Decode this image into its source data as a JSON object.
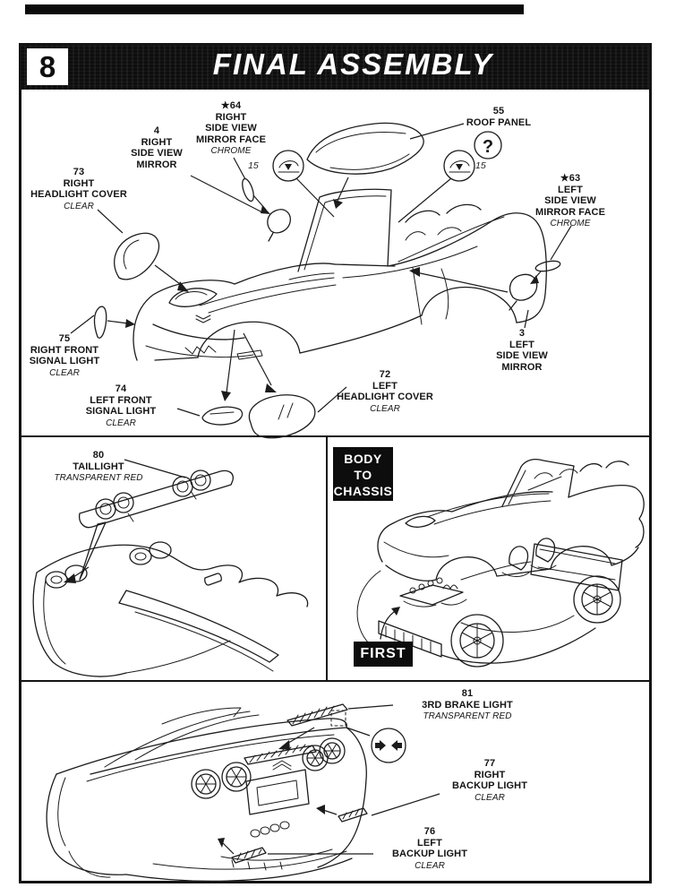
{
  "header": {
    "step_number": "8",
    "title": "FINAL ASSEMBLY"
  },
  "parts": {
    "p64": {
      "num": "★64",
      "l1": "RIGHT",
      "l2": "SIDE VIEW",
      "l3": "MIRROR FACE",
      "fin": "CHROME"
    },
    "p4": {
      "num": "4",
      "l1": "RIGHT",
      "l2": "SIDE VIEW",
      "l3": "MIRROR"
    },
    "p73": {
      "num": "73",
      "l1": "RIGHT",
      "l2": "HEADLIGHT COVER",
      "fin": "CLEAR"
    },
    "p55": {
      "num": "55",
      "l1": "ROOF PANEL"
    },
    "p63": {
      "num": "★63",
      "l1": "LEFT",
      "l2": "SIDE VIEW",
      "l3": "MIRROR FACE",
      "fin": "CHROME"
    },
    "p75": {
      "num": "75",
      "l1": "RIGHT FRONT",
      "l2": "SIGNAL LIGHT",
      "fin": "CLEAR"
    },
    "p74": {
      "num": "74",
      "l1": "LEFT FRONT",
      "l2": "SIGNAL LIGHT",
      "fin": "CLEAR"
    },
    "p72": {
      "num": "72",
      "l1": "LEFT",
      "l2": "HEADLIGHT COVER",
      "fin": "CLEAR"
    },
    "p3": {
      "num": "3",
      "l1": "LEFT",
      "l2": "SIDE VIEW",
      "l3": "MIRROR"
    },
    "p80": {
      "num": "80",
      "l1": "TAILLIGHT",
      "fin": "TRANSPARENT RED"
    },
    "p81": {
      "num": "81",
      "l1": "3RD BRAKE LIGHT",
      "fin": "TRANSPARENT RED"
    },
    "p77": {
      "num": "77",
      "l1": "RIGHT",
      "l2": "BACKUP LIGHT",
      "fin": "CLEAR"
    },
    "p76": {
      "num": "76",
      "l1": "LEFT",
      "l2": "BACKUP LIGHT",
      "fin": "CLEAR"
    }
  },
  "markers": {
    "screw_number": "15",
    "roof_symbol": "?"
  },
  "badges": {
    "body_to_chassis": [
      "BODY",
      "TO",
      "CHASSIS"
    ],
    "first": "FIRST"
  },
  "colors": {
    "ink": "#1c1c1c",
    "paper": "#ffffff",
    "header_bar": "#0e0e0e"
  }
}
